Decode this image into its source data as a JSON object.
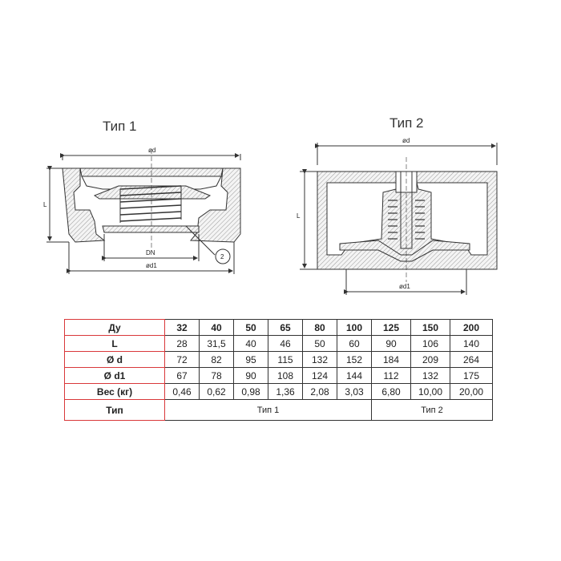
{
  "drawing1": {
    "title": "Тип 1",
    "dim_d": "ød",
    "dim_L": "L",
    "dim_DN": "DN",
    "dim_d1": "ød1",
    "callout": "2"
  },
  "drawing2": {
    "title": "Тип 2",
    "dim_d": "ød",
    "dim_L": "L",
    "dim_d1": "ød1"
  },
  "table": {
    "header_label": "Ду",
    "sizes": [
      "32",
      "40",
      "50",
      "65",
      "80",
      "100",
      "125",
      "150",
      "200"
    ],
    "rows": [
      {
        "label": "L",
        "values": [
          "28",
          "31,5",
          "40",
          "46",
          "50",
          "60",
          "90",
          "106",
          "140"
        ]
      },
      {
        "label": "Ø d",
        "values": [
          "72",
          "82",
          "95",
          "115",
          "132",
          "152",
          "184",
          "209",
          "264"
        ]
      },
      {
        "label": "Ø d1",
        "values": [
          "67",
          "78",
          "90",
          "108",
          "124",
          "144",
          "112",
          "132",
          "175"
        ]
      },
      {
        "label": "Вес (кг)",
        "values": [
          "0,46",
          "0,62",
          "0,98",
          "1,36",
          "2,08",
          "3,03",
          "6,80",
          "10,00",
          "20,00"
        ]
      }
    ],
    "type_label": "Тип",
    "type1": "Тип 1",
    "type2": "Тип 2"
  },
  "colors": {
    "header_border": "#d9383a",
    "hatch": "#888888",
    "line": "#333333"
  }
}
